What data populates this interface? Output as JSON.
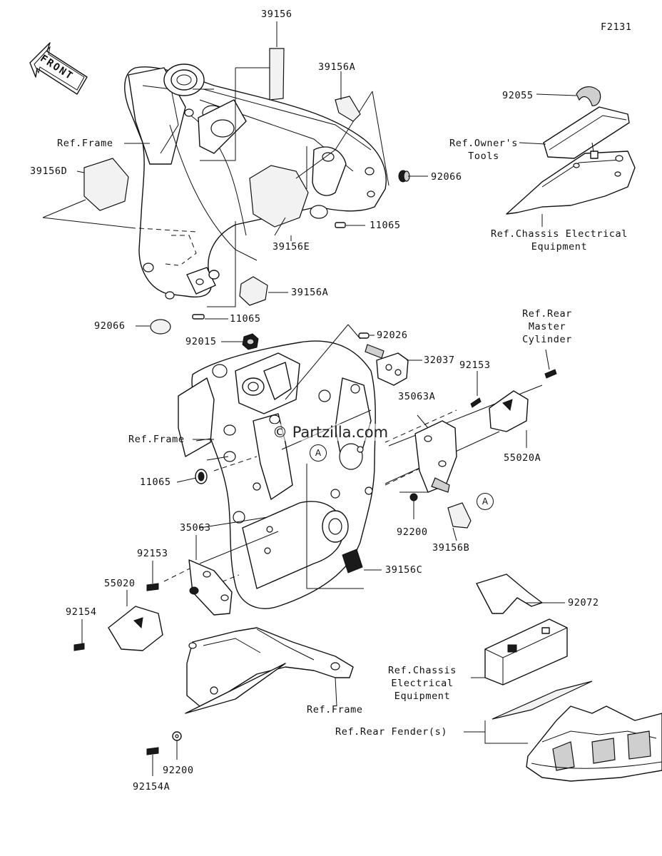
{
  "figure_code": "F2131",
  "front_label": "FRONT",
  "watermark": "Partzilla.com",
  "watermark_symbol": "©",
  "callout_a": "A",
  "labels": {
    "p39156": "39156",
    "p39156A_top": "39156A",
    "p92055": "92055",
    "ref_frame_top": "Ref.Frame",
    "ref_owners_tools_1": "Ref.Owner's",
    "ref_owners_tools_2": "Tools",
    "p39156D": "39156D",
    "p92066_right": "92066",
    "p11065_top": "11065",
    "ref_chassis_top_1": "Ref.Chassis Electrical",
    "ref_chassis_top_2": "Equipment",
    "p39156E": "39156E",
    "p39156A_mid": "39156A",
    "p92066_left": "92066",
    "p11065_mid": "11065",
    "ref_rear_master_1": "Ref.Rear",
    "ref_rear_master_2": "Master",
    "ref_rear_master_3": "Cylinder",
    "p92015": "92015",
    "p92026": "92026",
    "p32037": "32037",
    "p92153_right": "92153",
    "p35063A": "35063A",
    "ref_frame_mid": "Ref.Frame",
    "p55020A": "55020A",
    "p11065_low": "11065",
    "p92200_mid": "92200",
    "p39156B": "39156B",
    "p35063": "35063",
    "p92153_left": "92153",
    "p39156C": "39156C",
    "p55020": "55020",
    "p92072": "92072",
    "p92154": "92154",
    "ref_chassis_low_1": "Ref.Chassis",
    "ref_chassis_low_2": "Electrical",
    "ref_chassis_low_3": "Equipment",
    "ref_frame_low": "Ref.Frame",
    "ref_rear_fender": "Ref.Rear Fender(s)",
    "p92200_low": "92200",
    "p92154A": "92154A"
  }
}
